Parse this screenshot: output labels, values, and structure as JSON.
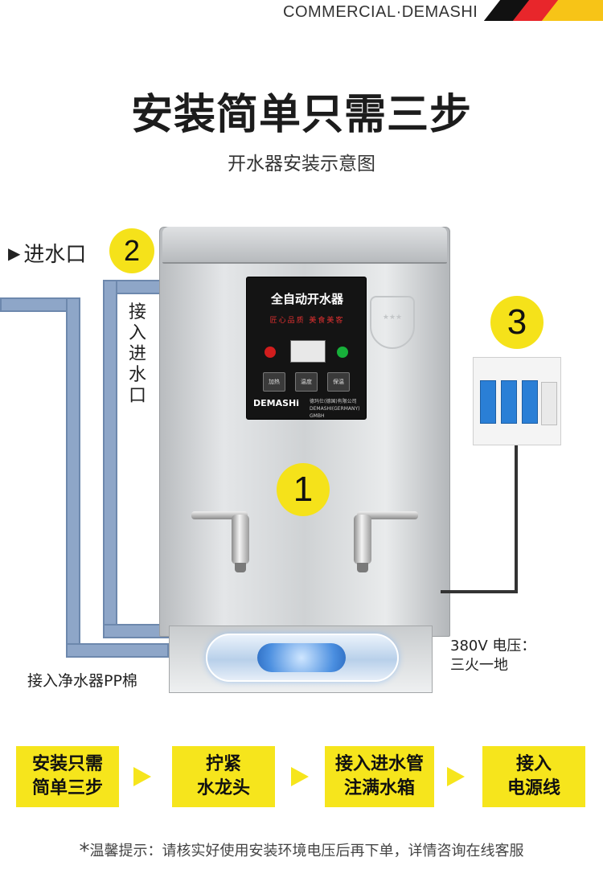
{
  "header": {
    "brand_text": "COMMERCIAL·DEMASHI",
    "flag_colors": [
      "#111111",
      "#e8262b",
      "#f7c417"
    ],
    "headline": "安装简单只需三步",
    "subhead": "开水器安装示意图"
  },
  "diagram": {
    "inlet_label": "进水口",
    "inlet_marker": "▶",
    "inlet_number": "2",
    "connect_inlet_vertical": "接入进水口",
    "machine_number": "1",
    "power_number": "3",
    "filter_label": "接入净水器PP棉",
    "voltage_line1": "380V 电压：",
    "voltage_line2": "三火一地",
    "panel": {
      "title": "全自动开水器",
      "slogan": "匠心品质 美食美客",
      "buttons": [
        "加热",
        "温度",
        "保温"
      ],
      "brand": "DEMASHi",
      "company": "德玛仕(德国)有限公司 DEMASHI(GERMANY) GMBH"
    },
    "pipe_color": "#8ea6c8",
    "accent_yellow": "#f5e21a"
  },
  "steps": [
    {
      "label": "安装只需\n简单三步"
    },
    {
      "label": "拧紧\n水龙头"
    },
    {
      "label": "接入进水管\n注满水箱"
    },
    {
      "label": "接入\n电源线"
    }
  ],
  "tip": {
    "marker": "*",
    "text": "温馨提示：请核实好使用安装环境电压后再下单，详情咨询在线客服"
  }
}
